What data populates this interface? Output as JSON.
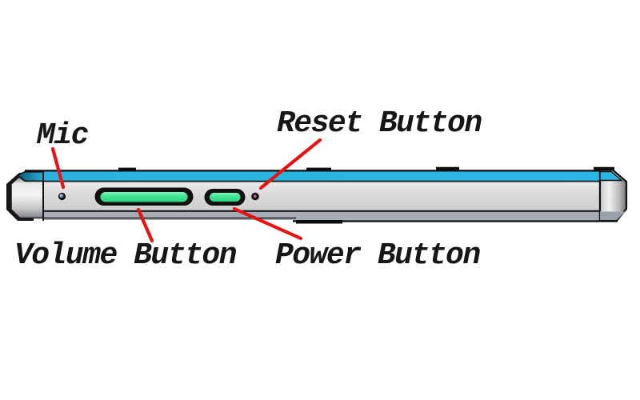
{
  "diagram": {
    "type": "device-side-view-callout-diagram",
    "labels": {
      "mic": "Mic",
      "reset": "Reset Button",
      "volume": "Volume Button",
      "power": "Power Button"
    },
    "features": {
      "mic_hole": "mic-hole",
      "volume_button": "volume-button",
      "power_button": "power-button",
      "reset_hole": "reset-hole"
    },
    "colors": {
      "screen_edge_cyan": "#2ab5e2",
      "body_gray": "#d8d8d8",
      "bottom_band_gray": "#a7adb6",
      "button_green": "#46e897",
      "leader_line_red": "#e81212",
      "outline_black": "#111111",
      "reset_pin_magenta": "#d94fae",
      "mic_pin_blue": "#b9d2f2"
    }
  }
}
